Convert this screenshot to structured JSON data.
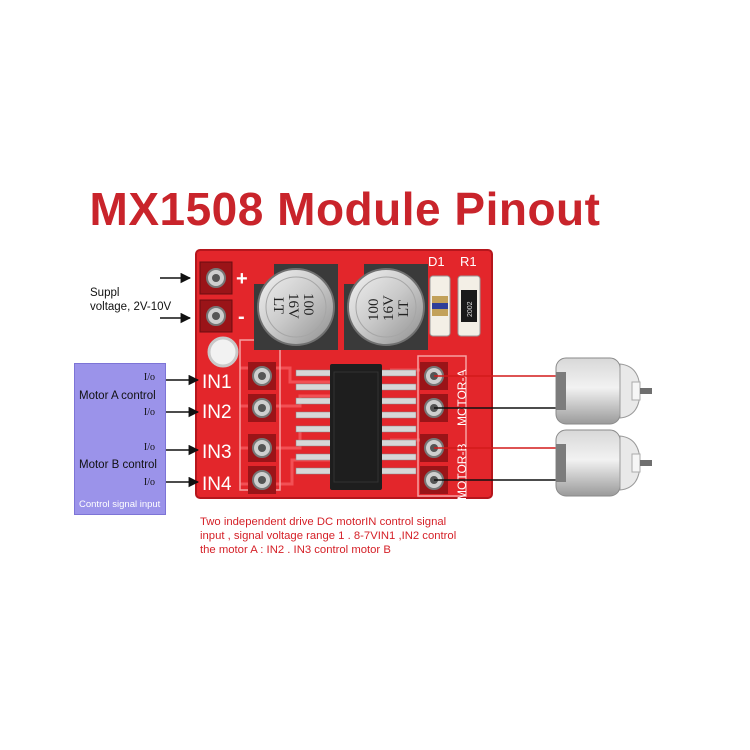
{
  "title": "MX1508 Module Pinout",
  "supply_label_line1": "Suppl",
  "supply_label_line2": "voltage, 2V-10V",
  "power_plus": "+",
  "power_minus": "-",
  "pins": {
    "in1": "IN1",
    "in2": "IN2",
    "in3": "IN3",
    "in4": "IN4"
  },
  "motor_a_label": "Motor A control",
  "motor_b_label": "Motor B control",
  "io_label": "I/o",
  "control_signal_label": "Control signal input",
  "capacitor_value": "100",
  "capacitor_voltage": "16V",
  "capacitor_brand": "LT",
  "diode_label": "D1",
  "resistor_label": "R1",
  "resistor_code": "2002",
  "motor_a_silk": "MOTOR-A",
  "motor_b_silk": "MOTOR-B",
  "description_line1": "Two independent drive DC motorIN control signal",
  "description_line2": "input , signal voltage range 1 . 8-7VIN1 ,IN2 control",
  "description_line3": "the motor A : IN2 . IN3 control motor B",
  "colors": {
    "title": "#c9242b",
    "board": "#e3262b",
    "board_dark": "#b5161c",
    "description": "#d52128",
    "control_box": "#9b93ea",
    "wire_red": "#d31a1a",
    "wire_black": "#111111"
  }
}
